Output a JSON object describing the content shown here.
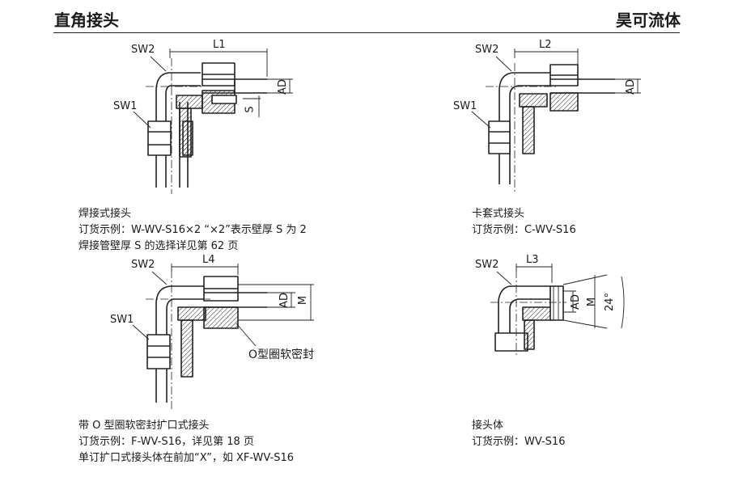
{
  "header": {
    "title": "直角接头",
    "brand": "昊可流体"
  },
  "figures": {
    "weld": {
      "labels": {
        "sw2": "SW2",
        "sw1": "SW1",
        "l1": "L1",
        "ad": "AD",
        "s": "S"
      },
      "caption": [
        "焊接式接头",
        "订货示例：W-WV-S16×2 “×2”表示壁厚 S 为 2",
        "焊接管壁厚 S 的选择详见第 62 页"
      ]
    },
    "ferrule": {
      "labels": {
        "sw2": "SW2",
        "sw1": "SW1",
        "l2": "L2",
        "ad": "AD"
      },
      "caption": [
        "卡套式接头",
        "订货示例：C-WV-S16"
      ]
    },
    "oring": {
      "labels": {
        "sw2": "SW2",
        "sw1": "SW1",
        "l4": "L4",
        "ad": "AD",
        "m": "M",
        "seal": "O型圈软密封"
      },
      "caption": [
        "带 O 型圈软密封扩口式接头",
        "订货示例：F-WV-S16，详见第 18 页",
        "单订扩口式接头体在前加“X”，如 XF-WV-S16"
      ]
    },
    "body": {
      "labels": {
        "sw2": "SW2",
        "l3": "L3",
        "ad": "AD",
        "m": "M",
        "angle": "24°"
      },
      "caption": [
        "接头体",
        "订货示例：WV-S16"
      ]
    }
  }
}
